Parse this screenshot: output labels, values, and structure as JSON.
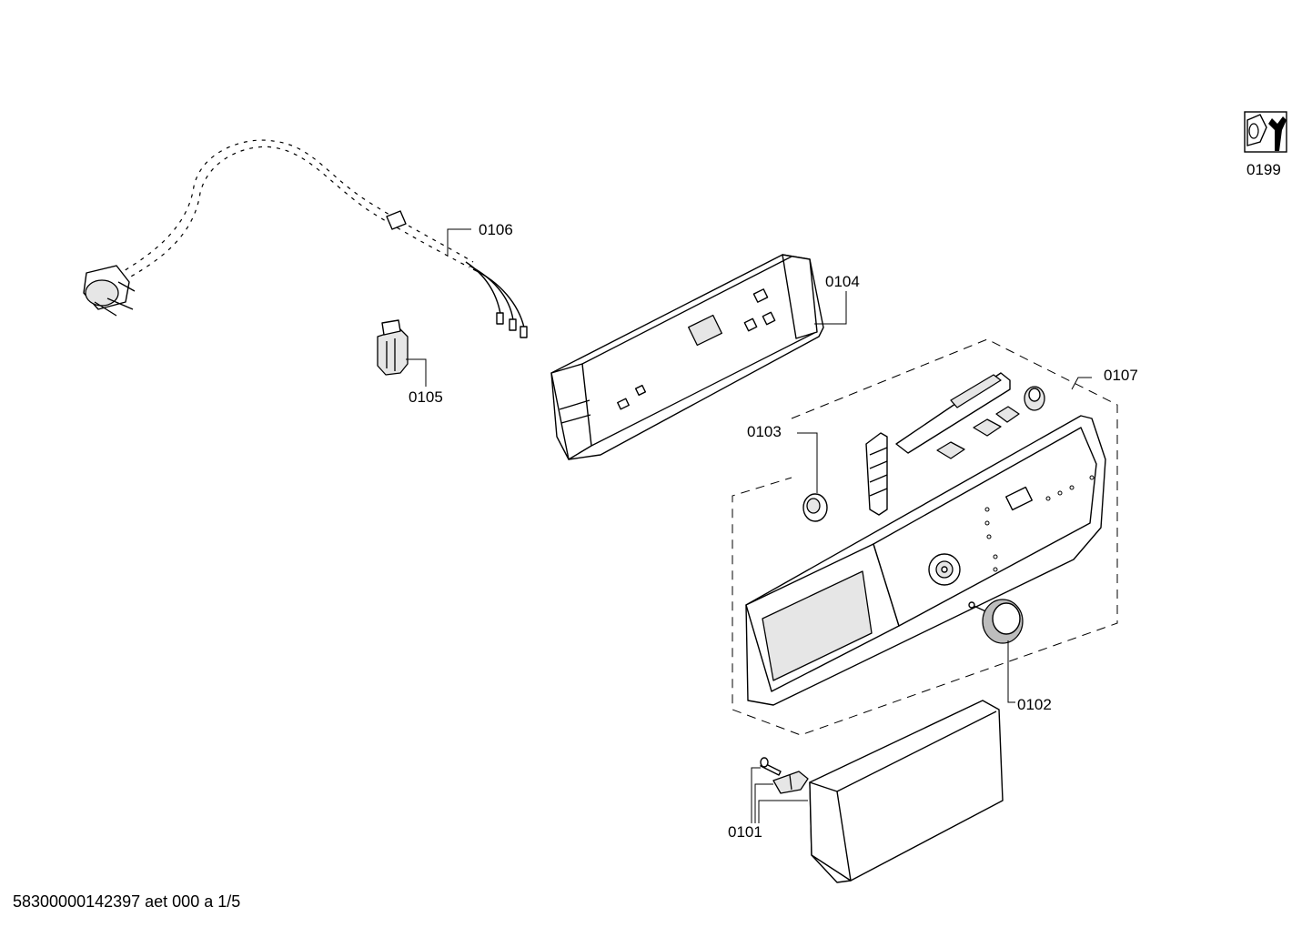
{
  "parts": [
    {
      "id": "0101",
      "label": "0101"
    },
    {
      "id": "0102",
      "label": "0102"
    },
    {
      "id": "0103",
      "label": "0103"
    },
    {
      "id": "0104",
      "label": "0104"
    },
    {
      "id": "0105",
      "label": "0105"
    },
    {
      "id": "0106",
      "label": "0106"
    },
    {
      "id": "0107",
      "label": "0107"
    },
    {
      "id": "0199",
      "label": "0199"
    }
  ],
  "footer": {
    "code": "58300000142397 aet 000 a 1/5"
  },
  "icons": {
    "service_kit": "nut-and-wrench-icon"
  }
}
